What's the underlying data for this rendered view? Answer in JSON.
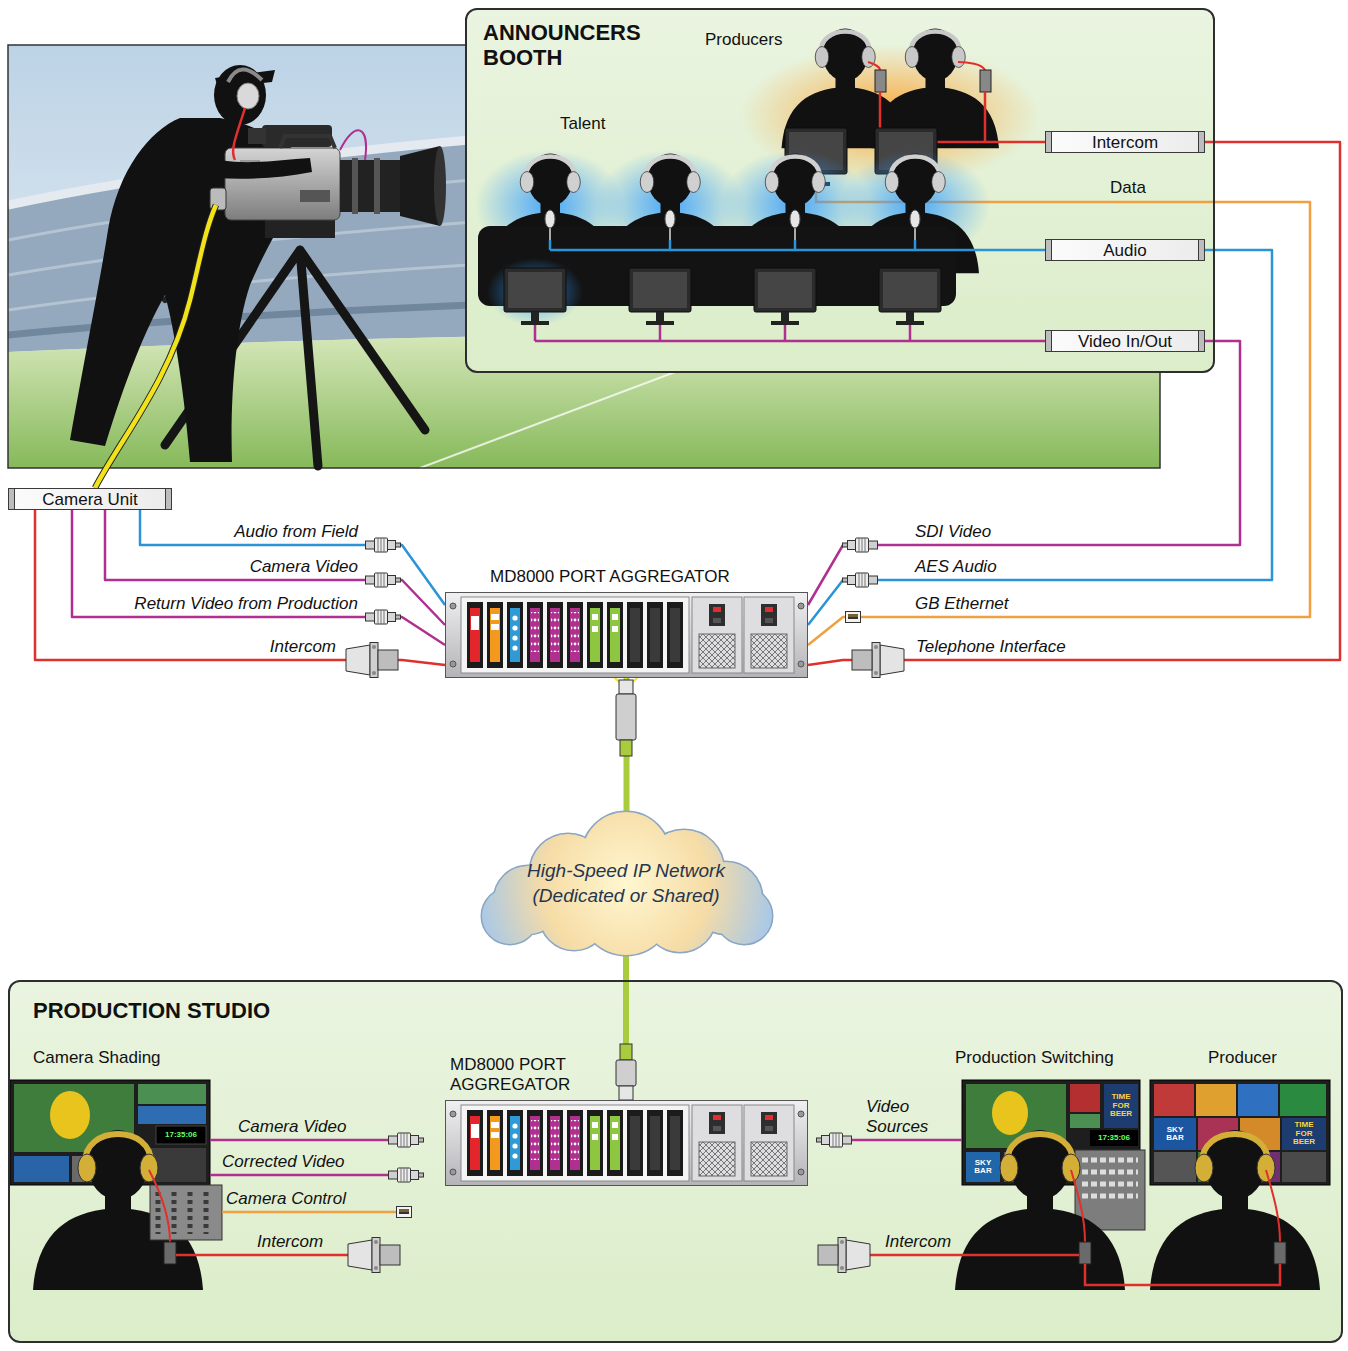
{
  "diagram": {
    "nodes": [
      {
        "text": [
          "ANNOUNCERS BOOTH"
        ]
      },
      {
        "text": [
          "Intercom"
        ],
        "in": 0
      },
      {
        "text": [
          "Audio"
        ],
        "in": 0
      },
      {
        "text": [
          "Video In/Out"
        ],
        "in": 0
      },
      {
        "text": [
          "Camera Unit"
        ]
      },
      {
        "text": [
          "MD8000 PORT AGGREGATOR"
        ]
      },
      {
        "text": [
          "High-Speed IP Network (Dedicated or Shared)"
        ]
      },
      {
        "text": [
          "PRODUCTION STUDIO"
        ]
      },
      {
        "text": [
          "MD8000 PORT AGGREGATOR"
        ],
        "in": 7
      }
    ],
    "edges": [
      {
        "from": 4,
        "to": 5,
        "arrow": "none",
        "label": "Audio from Field"
      },
      {
        "from": 4,
        "to": 5,
        "arrow": "none",
        "label": "Camera Video"
      },
      {
        "from": 4,
        "to": 5,
        "arrow": "none",
        "label": "Return Video from Production"
      },
      {
        "from": 4,
        "to": 5,
        "arrow": "none",
        "label": "Intercom"
      },
      {
        "from": 3,
        "to": 5,
        "arrow": "none",
        "label": "SDI Video"
      },
      {
        "from": 2,
        "to": 5,
        "arrow": "none",
        "label": "AES Audio"
      },
      {
        "from": 0,
        "to": 5,
        "arrow": "none",
        "label": "GB Ethernet"
      },
      {
        "from": 1,
        "to": 5,
        "arrow": "none",
        "label": "Telephone Interface"
      },
      {
        "from": 5,
        "to": 6,
        "arrow": "none"
      },
      {
        "from": 6,
        "to": 8,
        "arrow": "none"
      }
    ],
    "labels": [
      "Producers",
      "Talent",
      "Data",
      "Camera Shading",
      "Camera Video",
      "Corrected Video",
      "Camera Control",
      "Intercom",
      "Production Switching",
      "Producer",
      "Video Sources",
      "Intercom",
      "17:35:06",
      "TIME FOR BEER",
      "17:35:06",
      "SKY BAR",
      "SKY BAR",
      "TIME FOR BEER"
    ]
  }
}
